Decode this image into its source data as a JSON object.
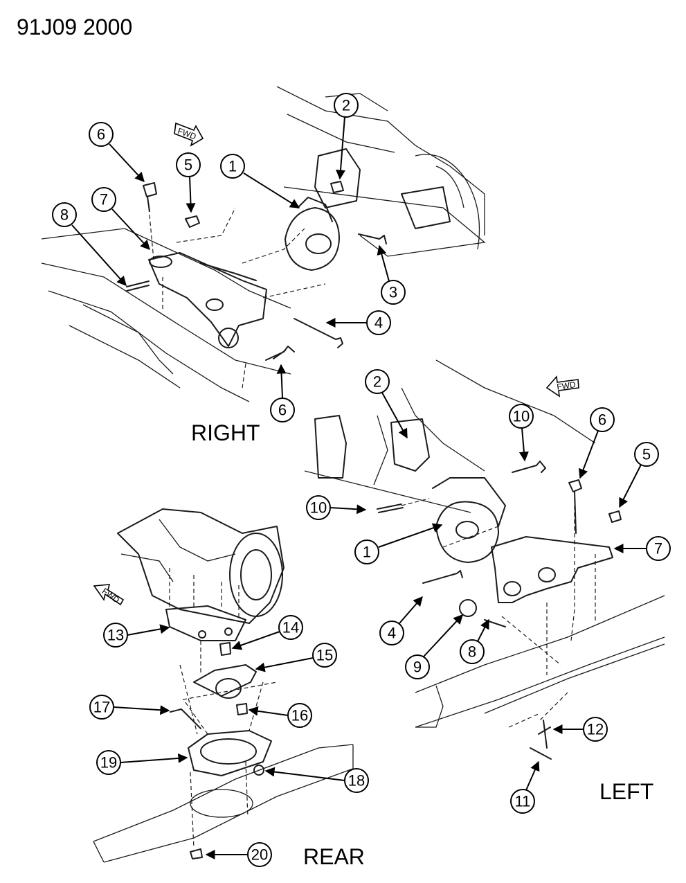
{
  "header": {
    "code": "91J09  2000"
  },
  "views": {
    "right": "RIGHT",
    "left": "LEFT",
    "rear": "REAR"
  },
  "fwd_arrow": "FWD",
  "callouts": {
    "right": [
      "1",
      "2",
      "3",
      "4",
      "5",
      "6",
      "6",
      "7",
      "8"
    ],
    "left": [
      "1",
      "2",
      "4",
      "5",
      "6",
      "7",
      "8",
      "9",
      "10",
      "10",
      "11",
      "12"
    ],
    "rear": [
      "13",
      "14",
      "15",
      "16",
      "17",
      "18",
      "19",
      "20"
    ]
  }
}
